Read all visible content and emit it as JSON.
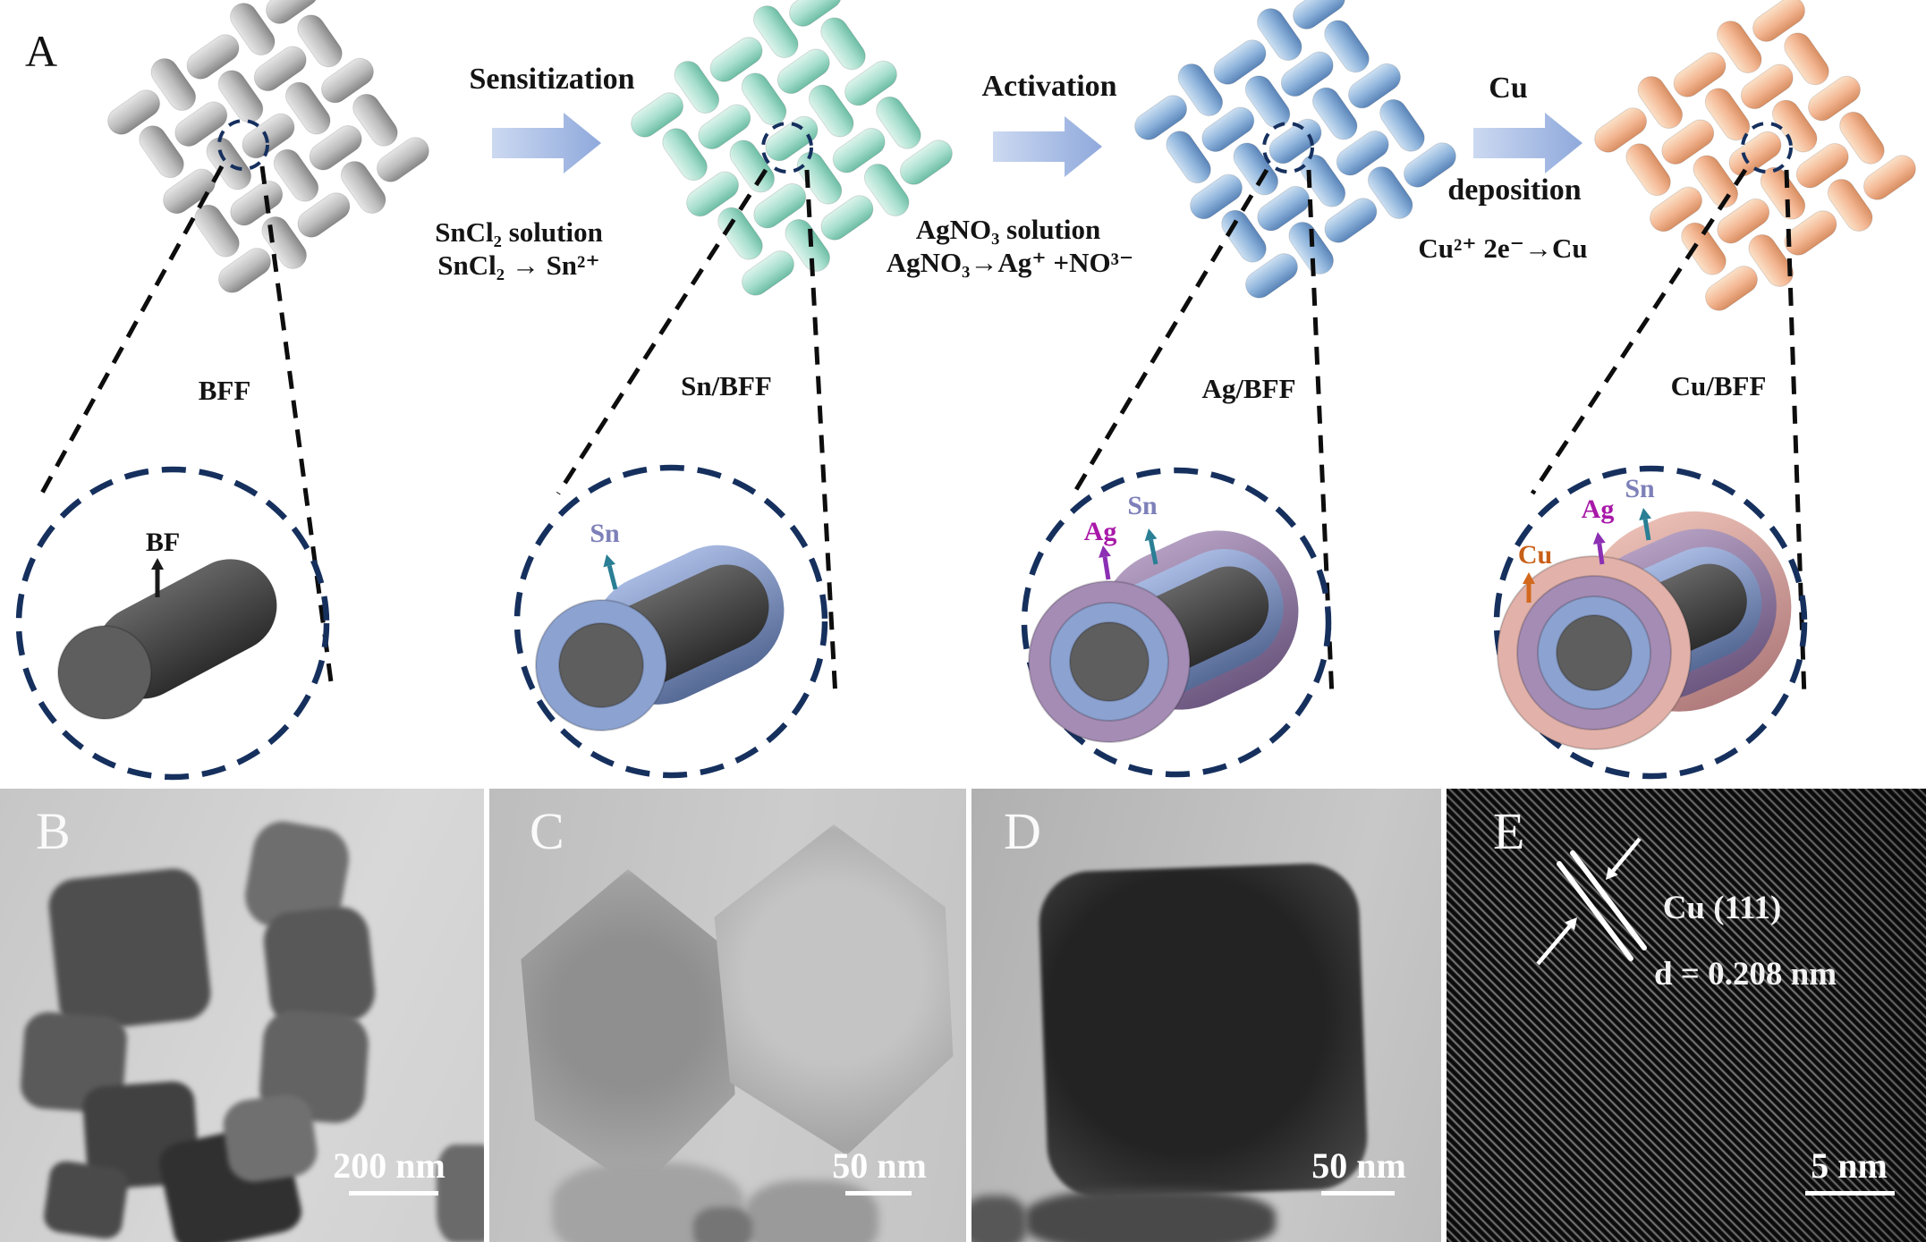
{
  "figure": {
    "panel_a_label": "A",
    "steps": [
      {
        "label": "BFF"
      },
      {
        "label": "Sn/BFF"
      },
      {
        "label": "Ag/BFF"
      },
      {
        "label": "Cu/BFF"
      }
    ],
    "processes": [
      {
        "title": "Sensitization",
        "line1": "SnCl₂ solution",
        "line2": "SnCl₂ → Sn²⁺"
      },
      {
        "title": "Activation",
        "line1": "AgNO₃ solution",
        "line2": "AgNO₃→Ag⁺ +NO³⁻"
      },
      {
        "title": "Cu",
        "subtitle": "deposition",
        "line2": "Cu²⁺ 2e⁻→Cu"
      }
    ],
    "insets": [
      {
        "labels": [
          {
            "text": "BF",
            "color": "#141414"
          }
        ]
      },
      {
        "labels": [
          {
            "text": "Sn",
            "color": "#7d80b8"
          }
        ]
      },
      {
        "labels": [
          {
            "text": "Ag",
            "color": "#a818a8"
          },
          {
            "text": "Sn",
            "color": "#7d80b8"
          }
        ]
      },
      {
        "labels": [
          {
            "text": "Cu",
            "color": "#c85f17"
          },
          {
            "text": "Ag",
            "color": "#a818a8"
          },
          {
            "text": "Sn",
            "color": "#7d80b8"
          }
        ]
      }
    ],
    "fabric_colors": {
      "bff": [
        "#e6e6e6",
        "#bcbcbc",
        "#878787"
      ],
      "sn_bff": [
        "#ddf4ec",
        "#a6decd",
        "#6dbda5"
      ],
      "ag_bff": [
        "#cde0f2",
        "#8db3db",
        "#5a84b8"
      ],
      "cu_bff": [
        "#fbe1c8",
        "#f3b astonishing",
        "#d88e62"
      ]
    },
    "material_colors": {
      "core": "#4a4a4a",
      "sn_shell": "#7e93c2",
      "ag_shell": "#9d87ab",
      "cu_shell": "#d8a09b",
      "dashed_circle": "#16305e",
      "process_arrow": "#9db4e2"
    }
  },
  "panels": [
    {
      "label": "B",
      "scale": "200 nm"
    },
    {
      "label": "C",
      "scale": "50 nm"
    },
    {
      "label": "D",
      "scale": "50 nm"
    },
    {
      "label": "E",
      "scale": "5 nm",
      "annotation_line1": "Cu (111)",
      "annotation_line2": "d = 0.208 nm"
    }
  ]
}
